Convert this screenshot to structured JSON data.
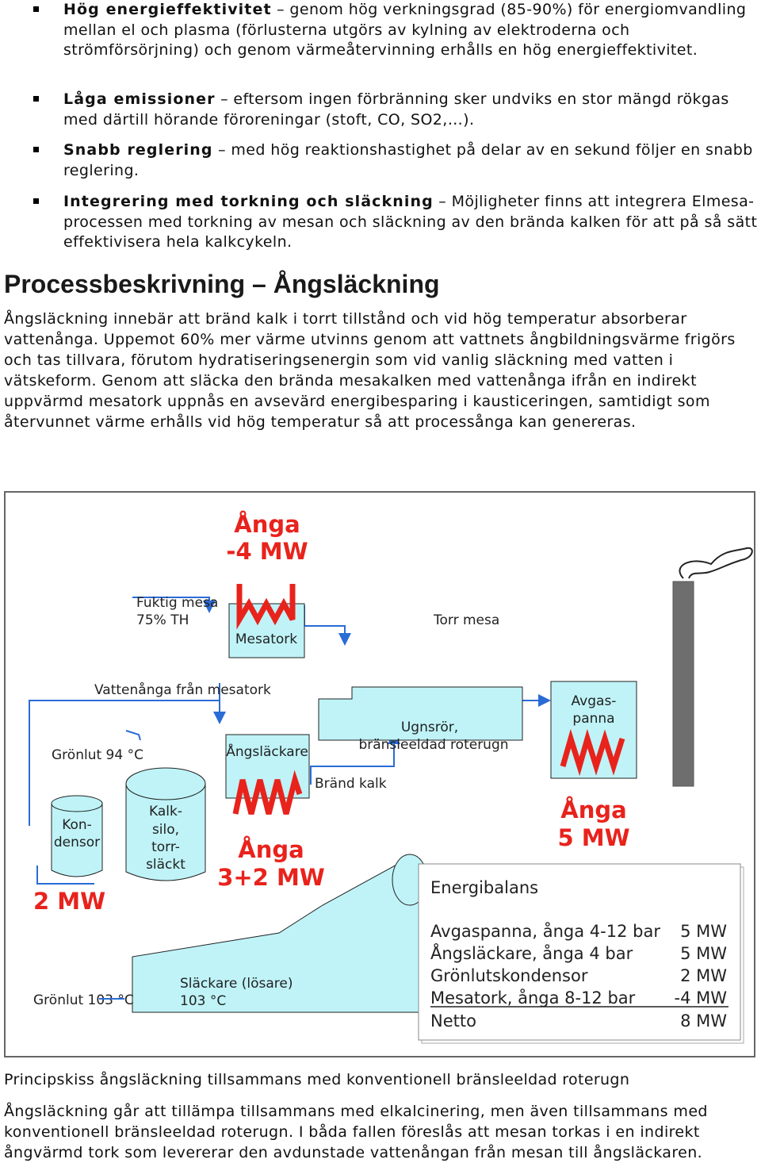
{
  "bullets": [
    {
      "bold": "Hög energieffektivitet",
      "text": " – genom hög verkningsgrad (85-90%) för energiomvandling mellan el och plasma (förlusterna utgörs av kylning av elektroderna och strömförsörjning) och genom värmeåtervinning erhålls en hög energieffektivitet."
    },
    {
      "bold": "Låga emissioner",
      "text": " – eftersom ingen förbränning sker undviks en stor mängd rökgas med därtill hörande föroreningar (stoft, CO, SO2,…)."
    },
    {
      "bold": "Snabb reglering",
      "text": " – med hög reaktionshastighet på delar av en sekund följer en snabb reglering."
    },
    {
      "bold": "Integrering med torkning och släckning",
      "text": " – Möjligheter finns att integrera Elmesa-processen med torkning av mesan och släckning av den brända kalken för att på så sätt effektivisera hela kalkcykeln."
    }
  ],
  "heading": "Processbeskrivning – Ångsläckning",
  "paragraph1": "Ångsläckning innebär att bränd kalk i torrt tillstånd och vid hög temperatur absorberar vattenånga. Uppemot 60% mer värme utvinns genom att vattnets ångbildningsvärme frigörs och tas tillvara, förutom hydratiseringsenergin som vid vanlig släckning med vatten i vätskeform. Genom att släcka den brända mesakalken med vattenånga ifrån en indirekt uppvärmd mesatork uppnås en avsevärd energibesparing i kausticeringen, samtidigt som återvunnet värme erhålls vid hög temperatur så att processånga kan genereras.",
  "diagram": {
    "anga1_line1": "Ånga",
    "anga1_line2": "-4 MW",
    "fuktig_mesa_1": "Fuktig mesa",
    "fuktig_mesa_2": "75% TH",
    "mesatork": "Mesatork",
    "torr_mesa": "Torr mesa",
    "vattenanga": "Vattenånga från mesatork",
    "ugnsror_1": "Ugnsrör,",
    "ugnsror_2": "bränsleeldad roterugn",
    "avgaspanna_1": "Avgas-",
    "avgaspanna_2": "panna",
    "gronlut94": "Grönlut 94 °C",
    "angslackare": "Ångsläckare",
    "brand_kalk": "Bränd kalk",
    "kondensor_1": "Kon-",
    "kondensor_2": "densor",
    "kalksilo_1": "Kalk-",
    "kalksilo_2": "silo,",
    "kalksilo_3": "torr-",
    "kalksilo_4": "släckt",
    "anga2_line1": "Ånga",
    "anga2_line2": "3+2 MW",
    "anga3_line1": "Ånga",
    "anga3_line2": "5 MW",
    "two_mw": "2 MW",
    "gronlut103": "Grönlut 103 °C",
    "slackare_1": "Släckare (lösare)",
    "slackare_2": "103 °C",
    "energibalans": {
      "title": "Energibalans",
      "rows": [
        {
          "label": "Avgaspanna, ånga 4-12 bar",
          "value": "5 MW"
        },
        {
          "label": "Ångsläckare, ånga 4 bar",
          "value": "5 MW"
        },
        {
          "label": "Grönlutskondensor",
          "value": "2 MW"
        },
        {
          "label": "Mesatork, ånga 8-12 bar",
          "value": "-4 MW"
        },
        {
          "label": "Netto",
          "value": "8 MW"
        }
      ]
    }
  },
  "caption": "Principskiss ångsläckning tillsammans med konventionell bränsleeldad roterugn",
  "paragraph2": "Ångsläckning går att tillämpa tillsammans med elkalcinering, men även tillsammans med konventionell bränsleeldad roterugn. I båda fallen föreslås att mesan torkas i en indirekt ångvärmd tork som levererar den avdunstade vattenångan från mesan till ångsläckaren.",
  "colors": {
    "steam_red": "#e8231c",
    "equipment_cyan": "#bff3f7",
    "flow_blue": "#2a6cd6",
    "stack_gray": "#6e6e6e"
  }
}
